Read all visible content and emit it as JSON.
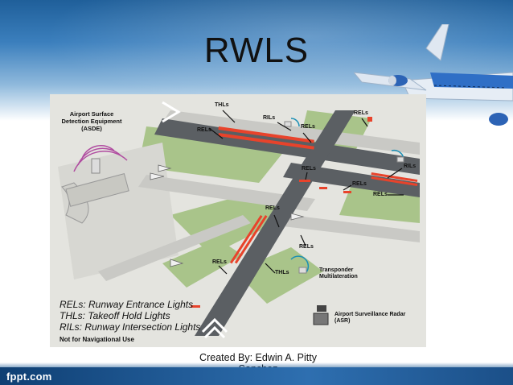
{
  "slide": {
    "title": "RWLS",
    "credit": "Created By: Edwin A. Pitty Sanchez",
    "brand": "fppt.com"
  },
  "figure": {
    "asde_label": "Airport Surface Detection Equipment (ASDE)",
    "callouts": {
      "thls_top": "THLs",
      "rils_top": "RILs",
      "rels_top_right": "RELs",
      "rels_top_mid": "RELs",
      "rels_left": "RELs",
      "rils_right": "RILs",
      "rels_center": "RELs",
      "rels_right_mid": "RELs",
      "rels_right_low": "RELs",
      "rels_mid": "RELs",
      "rels_lower": "RELs",
      "rels_bottom_left": "RELs",
      "thls_bottom": "THLs"
    },
    "transponder_label": "Transponder Multilateration",
    "asr_label": "Airport Surveillance Radar (ASR)",
    "legend": [
      "RELs: Runway Entrance Lights",
      "THLs: Takeoff Hold Lights",
      "RILs: Runway Intersection Lights"
    ],
    "disclaimer": "Not for Navigational Use"
  },
  "colors": {
    "light_red": "#e8432b",
    "runway": "#5b5f63",
    "taxiway": "#c9c9c5",
    "grass": "#a9c48a"
  }
}
